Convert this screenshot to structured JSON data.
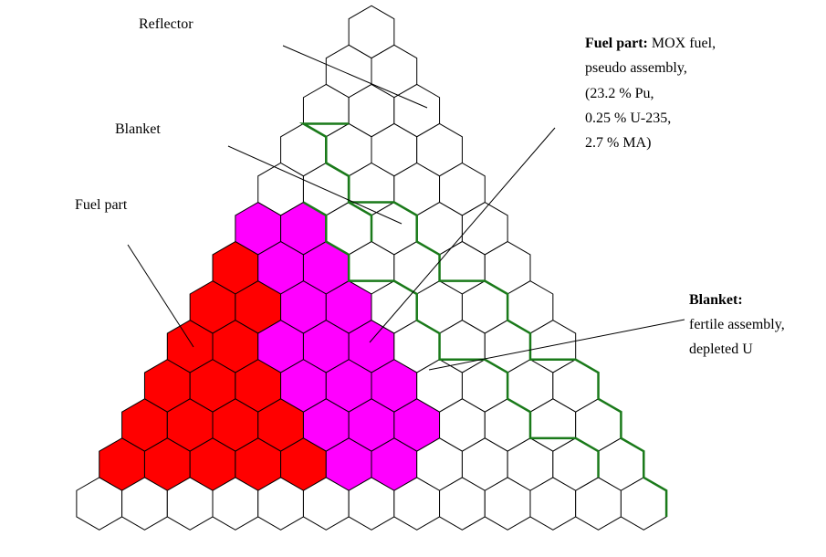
{
  "labels": {
    "reflector": "Reflector",
    "blanket": "Blanket",
    "fuel_part": "Fuel part"
  },
  "fuel_note": {
    "title": "Fuel part:",
    "line1_rest": " MOX fuel,",
    "line2": "pseudo assembly,",
    "line3": "(23.2 % Pu,",
    "line4": "0.25 % U-235,",
    "line5": "2.7 % MA)"
  },
  "blanket_note": {
    "title": "Blanket:",
    "line2": "fertile assembly,",
    "line3": "depleted U"
  },
  "colors": {
    "fuel": "#ff0000",
    "fuel_pseudo": "#ff00ff",
    "boundary": "#1a7a1a",
    "outline": "#000000"
  }
}
